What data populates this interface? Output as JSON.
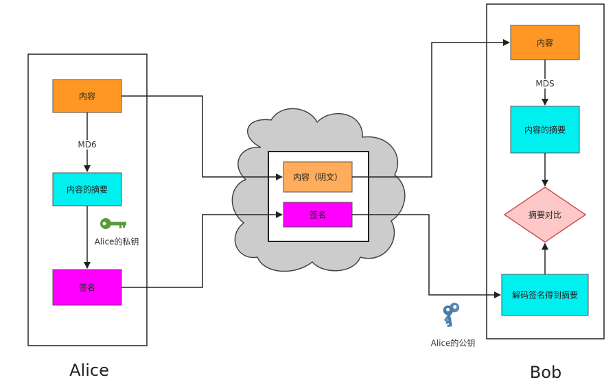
{
  "alice": {
    "title": "Alice",
    "content": "内容",
    "hash_alg": "MD6",
    "digest": "内容的摘要",
    "private_key": "Alice的私钥",
    "signature": "签名"
  },
  "cloud": {
    "content_plain": "内容（明文）",
    "signature": "签名"
  },
  "bob": {
    "title": "Bob",
    "content": "内容",
    "hash_alg": "MDS",
    "digest": "内容的摘要",
    "compare": "摘要对比",
    "decrypt": "解码签名得到摘要"
  },
  "public_key": "Alice的公钥",
  "colors": {
    "orange": "#ff9724",
    "light_orange": "#ffad5c",
    "cyan": "#00f0f0",
    "magenta": "#ff00ff",
    "diamond_fill": "#ffc8c8",
    "diamond_stroke": "#c85050",
    "cloud_fill": "#cccccc",
    "key_green": "#5a9a3a",
    "key_blue": "#5a8ab8"
  }
}
